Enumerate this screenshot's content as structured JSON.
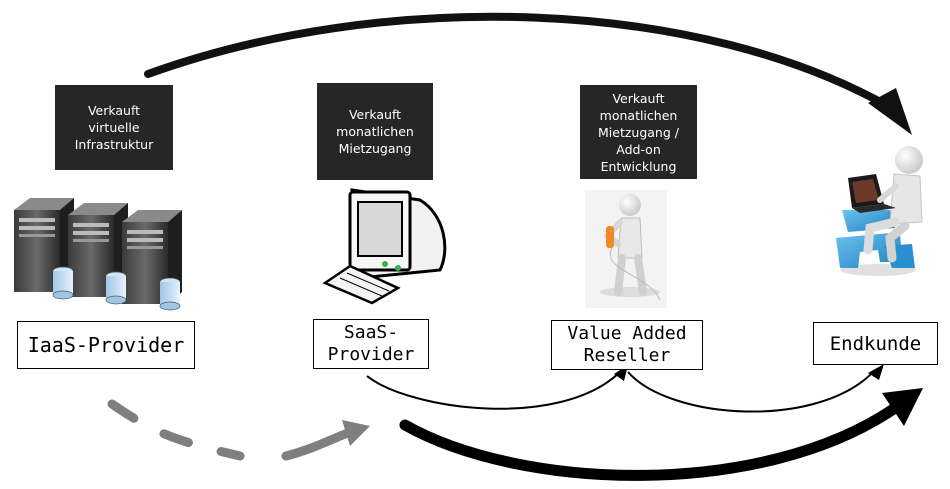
{
  "nodes": [
    {
      "id": "iaas",
      "description": "Verkauft\nvirtuelle\nInfrastruktur",
      "label": "IaaS-Provider",
      "icon": "server-rack-icon"
    },
    {
      "id": "saas",
      "description": "Verkauft\nmonatlichen\nMietzugang",
      "label": "SaaS-\nProvider",
      "icon": "computer-monitor-icon"
    },
    {
      "id": "var",
      "description": "Verkauft\nmonatlichen\nMietzugang /\nAdd-on\nEntwicklung",
      "label": "Value Added\nReseller",
      "icon": "person-phone-icon"
    },
    {
      "id": "endkunde",
      "description": "",
      "label": "Endkunde",
      "icon": "person-laptop-icon"
    }
  ],
  "colors": {
    "dark_box": "#262626",
    "arrow_black": "#111111",
    "arrow_gray": "#7f7f7f",
    "chair_blue": "#2a9ed8"
  }
}
